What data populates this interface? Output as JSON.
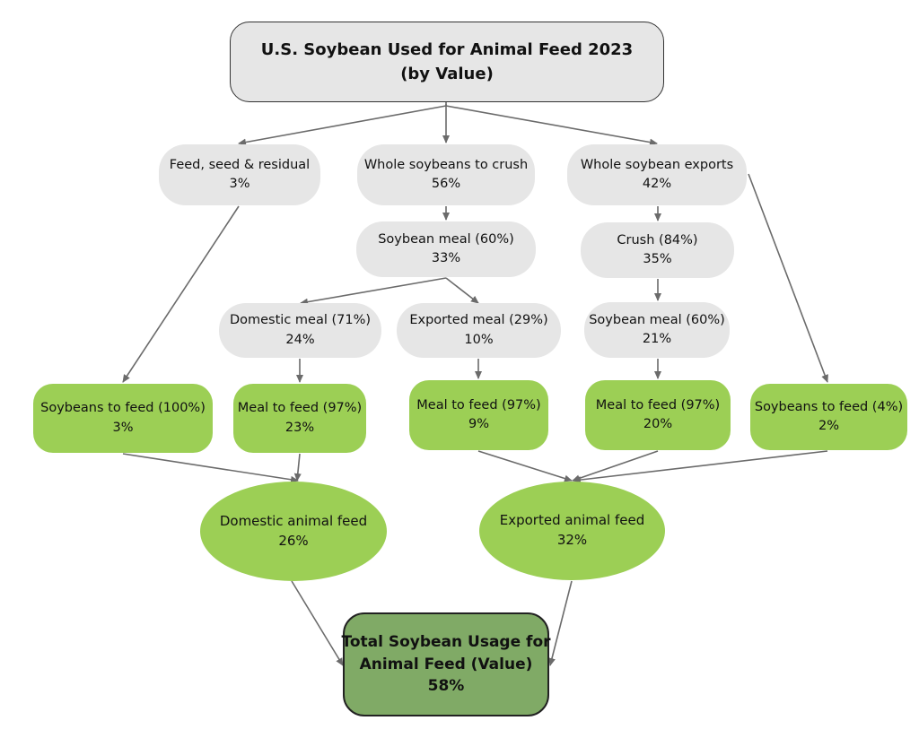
{
  "title": {
    "line1": "U.S. Soybean Used for Animal Feed 2023",
    "line2": "(by Value)"
  },
  "nodes": {
    "feed_seed_residual": {
      "label": "Feed, seed & residual",
      "value": "3%"
    },
    "whole_crush": {
      "label": "Whole soybeans to crush",
      "value": "56%"
    },
    "whole_exports": {
      "label": "Whole soybean exports",
      "value": "42%"
    },
    "soybean_meal_a": {
      "label": "Soybean meal (60%)",
      "value": "33%"
    },
    "crush_84": {
      "label": "Crush (84%)",
      "value": "35%"
    },
    "domestic_meal": {
      "label": "Domestic meal (71%)",
      "value": "24%"
    },
    "exported_meal": {
      "label": "Exported meal (29%)",
      "value": "10%"
    },
    "soybean_meal_b": {
      "label": "Soybean meal (60%)",
      "value": "21%"
    },
    "soybeans_feed_100": {
      "label": "Soybeans to feed (100%)",
      "value": "3%"
    },
    "meal_feed_a": {
      "label": "Meal to feed (97%)",
      "value": "23%"
    },
    "meal_feed_b": {
      "label": "Meal to feed (97%)",
      "value": "9%"
    },
    "meal_feed_c": {
      "label": "Meal to feed (97%)",
      "value": "20%"
    },
    "soybeans_feed_4": {
      "label": "Soybeans to feed (4%)",
      "value": "2%"
    },
    "domestic_feed": {
      "label": "Domestic animal feed",
      "value": "26%"
    },
    "exported_feed": {
      "label": "Exported animal feed",
      "value": "32%"
    },
    "total": {
      "line1": "Total Soybean Usage for",
      "line2": "Animal Feed (Value)",
      "value": "58%"
    }
  },
  "colors": {
    "gray_box": "#e6e6e6",
    "green_box": "#9ccf55",
    "total_box": "#80aa66",
    "arrow": "#6b6b6b"
  }
}
